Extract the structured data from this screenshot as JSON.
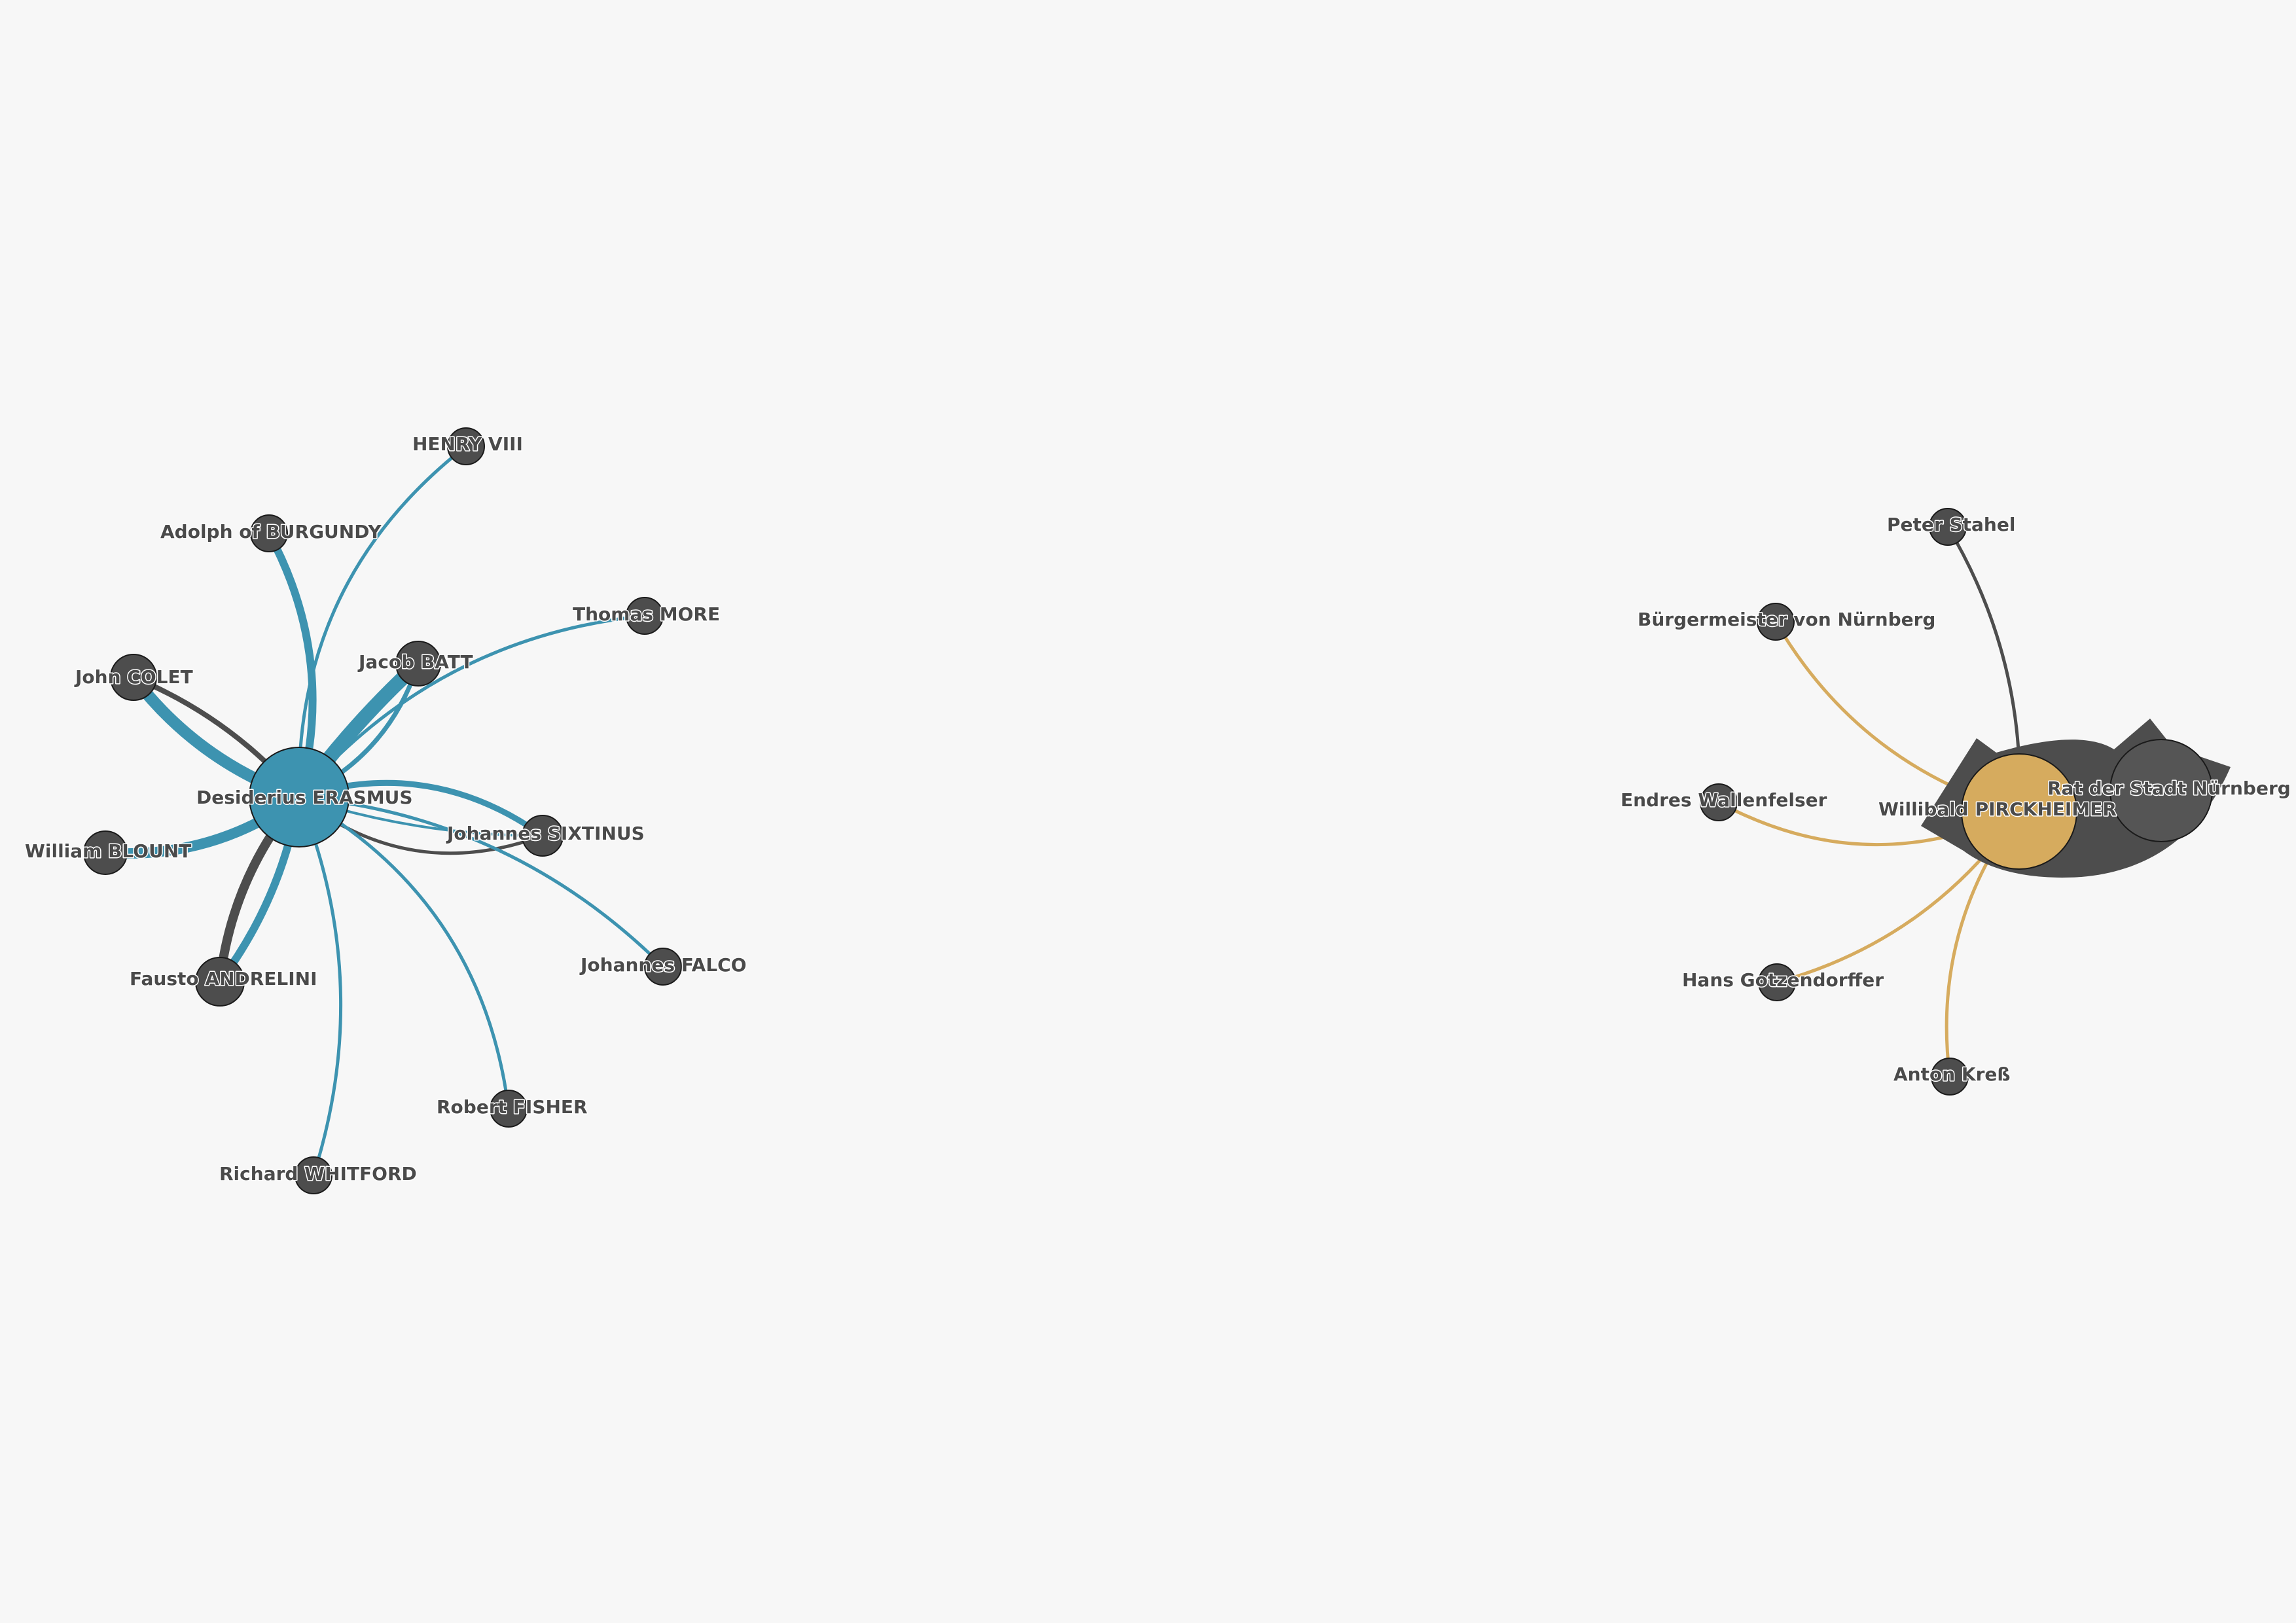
{
  "colors": {
    "background": "#f7f7f7",
    "erasmus": "#3d93b0",
    "pirckheimer": "#d6ab5e",
    "neutral": "#4d4d4d"
  },
  "networks": [
    {
      "center": {
        "id": "erasmus",
        "label": "Desiderius ERASMUS",
        "color": "erasmus"
      },
      "nodes": [
        {
          "id": "henry",
          "label": "HENRY VIII"
        },
        {
          "id": "burgundy",
          "label": "Adolph of BURGUNDY"
        },
        {
          "id": "more",
          "label": "Thomas MORE"
        },
        {
          "id": "colet",
          "label": "John COLET"
        },
        {
          "id": "batt",
          "label": "Jacob BATT"
        },
        {
          "id": "blount",
          "label": "William BLOUNT"
        },
        {
          "id": "sixtinus",
          "label": "Johannes SIXTINUS"
        },
        {
          "id": "falco",
          "label": "Johannes FALCO"
        },
        {
          "id": "andrelini",
          "label": "Fausto ANDRELINI"
        },
        {
          "id": "fisher",
          "label": "Robert FISHER"
        },
        {
          "id": "whitford",
          "label": "Richard WHITFORD"
        }
      ]
    },
    {
      "center": {
        "id": "pirckheimer",
        "label": "Willibald PIRCKHEIMER",
        "color": "pirckheimer"
      },
      "nodes": [
        {
          "id": "stahel",
          "label": "Peter Stahel"
        },
        {
          "id": "buergermeister",
          "label": "Bürgermeister von Nürnberg"
        },
        {
          "id": "rat",
          "label": "Rat der Stadt Nürnberg"
        },
        {
          "id": "wallenfelser",
          "label": "Endres Wallenfelser"
        },
        {
          "id": "gotzendorffer",
          "label": "Hans Gotzendorffer"
        },
        {
          "id": "kress",
          "label": "Anton Kreß"
        }
      ]
    }
  ]
}
